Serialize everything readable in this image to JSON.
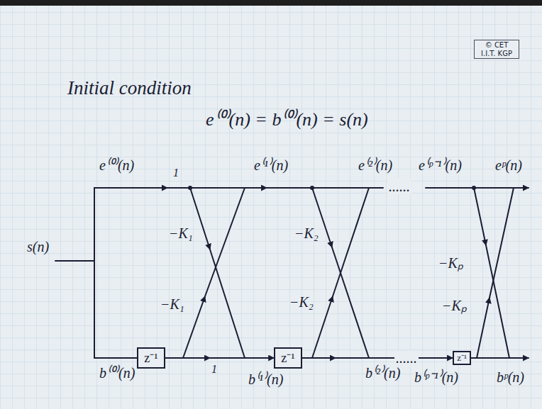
{
  "diagram": {
    "nodes": [
      {
        "text": [
          "© CET I.I.T. KGP"
        ]
      },
      {
        "text": [
          "z⁻¹"
        ]
      },
      {
        "text": [
          "z⁻¹"
        ]
      },
      {
        "text": [
          "z⁻¹"
        ]
      }
    ],
    "edges": [
      {
        "from": 1,
        "to": 2,
        "arrow": "to"
      },
      {
        "from": 2,
        "to": 3,
        "arrow": "to"
      }
    ],
    "labels": [
      "Initial condition",
      "e⁽⁰⁾(n) = b⁽⁰⁾(n) = s(n)",
      "e⁽⁰⁾(n)",
      "1",
      "e⁽¹⁾(n)",
      "e⁽²⁾(n)",
      "......",
      "e⁽ᵖ⁻¹⁾(n)",
      "eᵖ(n)",
      "s(n)",
      "−K₁",
      "−K₁",
      "1",
      "b⁽⁰⁾(n)",
      "b⁽¹⁾(n)",
      "−K₂",
      "−K₂",
      "b⁽²⁾(n)",
      "......",
      "b⁽ᵖ⁻¹⁾(n)",
      "−Kₚ",
      "−Kₚ",
      "bᵖ(n)"
    ]
  }
}
